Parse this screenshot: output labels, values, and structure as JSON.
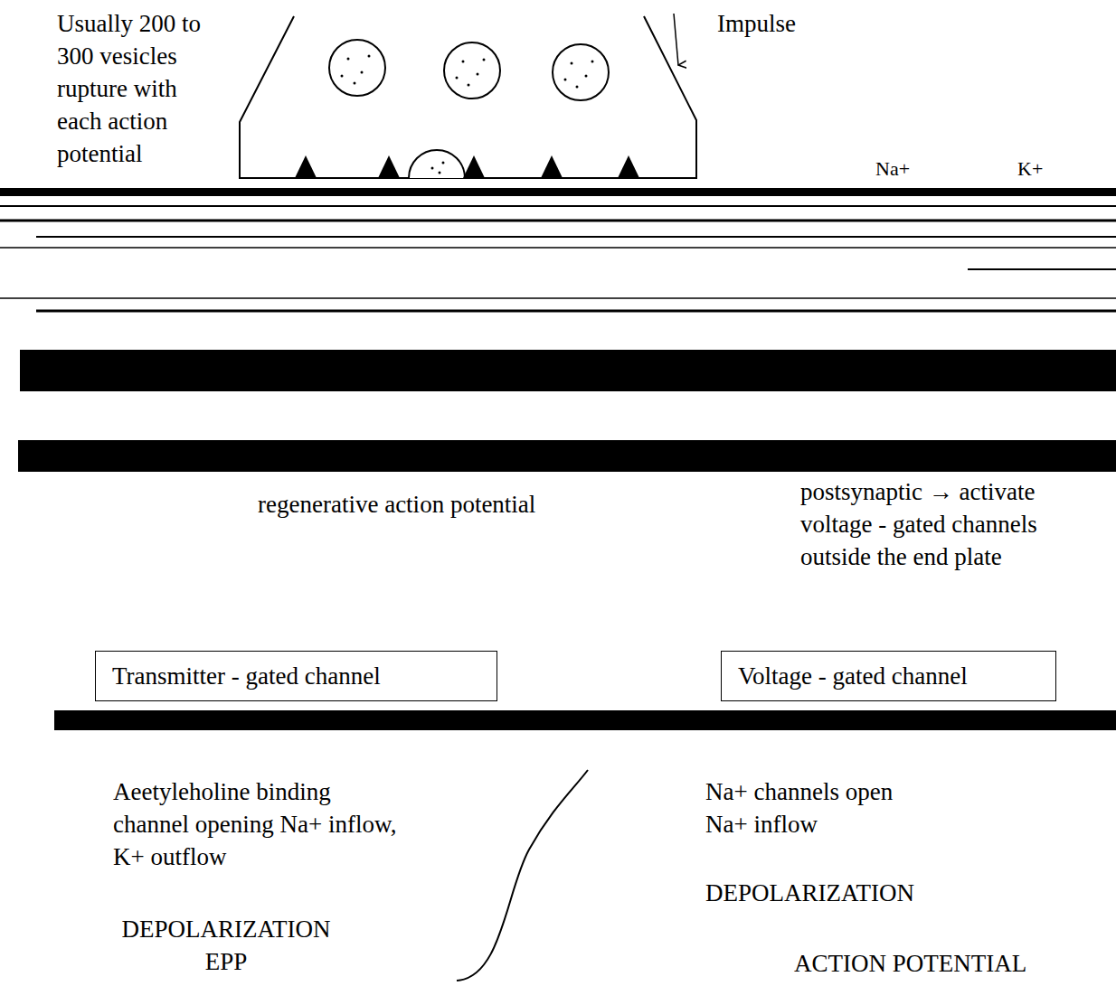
{
  "diagram": {
    "nodes": [
      {
        "text": [
          "Transmitter - gated channel"
        ]
      },
      {
        "text": [
          "Voltage - gated channel"
        ]
      }
    ],
    "labels": [
      "Usually 200 to 300 vesicles rupture with each action potential",
      "Impulse",
      "Na+",
      "K+",
      "regenerative action potential",
      "postsynaptic → activate voltage - gated channels outside the end plate",
      "Aeetyleholine binding channel opening Na+ inflow, K+ outflow",
      "DEPOLARIZATION EPP",
      "Na+ channels open Na+ inflow",
      "DEPOLARIZATION",
      "ACTION POTENTIAL"
    ]
  }
}
